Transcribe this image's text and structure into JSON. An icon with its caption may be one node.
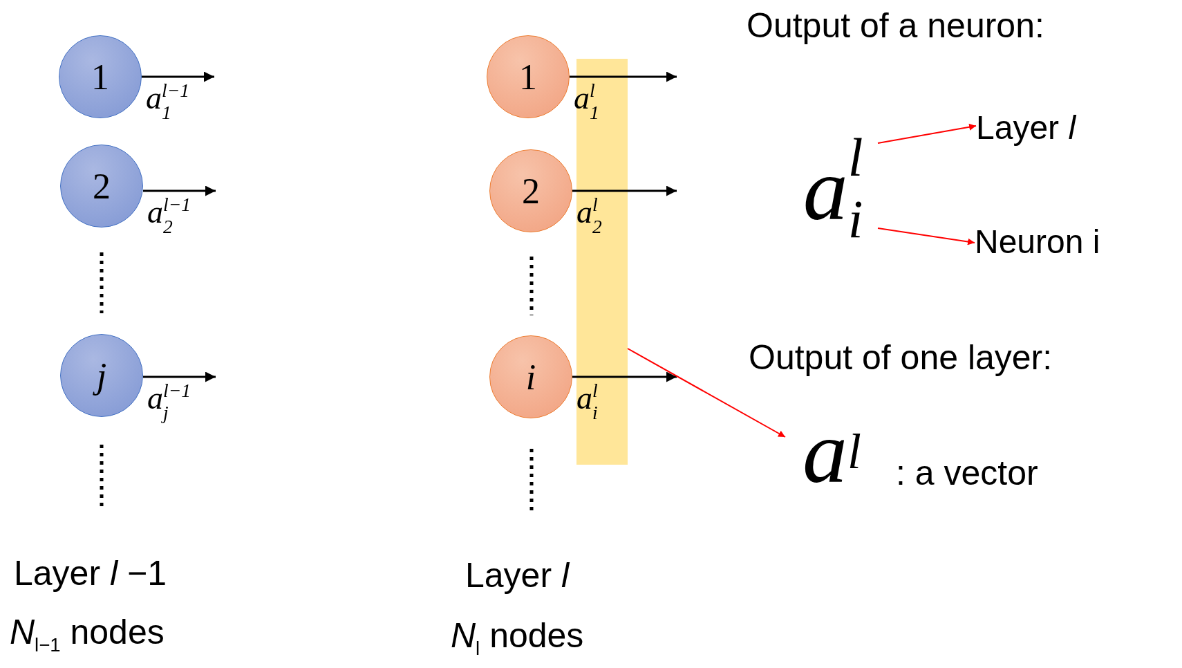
{
  "diagram": {
    "nodes": [
      {
        "text": [
          "1"
        ]
      },
      {
        "text": [
          "2"
        ]
      },
      {
        "text": [
          "j"
        ]
      },
      {
        "text": [
          "1"
        ]
      },
      {
        "text": [
          "2"
        ]
      },
      {
        "text": [
          "i"
        ]
      },
      {
        "text": [],
        "shape": "bar"
      },
      {
        "text": [
          "a$^{l}$"
        ],
        "beside": [
          ": a vector"
        ]
      },
      {
        "text": [
          "a$^{l}$$_{i}$"
        ]
      },
      {
        "text": [
          "Layer *l*"
        ]
      },
      {
        "text": [
          "Neuron i"
        ]
      }
    ],
    "edges": [
      {
        "from": 0,
        "to": null,
        "arrow": "to",
        "label": "a$^{l−1}$$_{1}$"
      },
      {
        "from": 1,
        "to": null,
        "arrow": "to",
        "label": "a$^{l−1}$$_{2}$"
      },
      {
        "from": 2,
        "to": null,
        "arrow": "to",
        "label": "a$^{l−1}$$_{j}$"
      },
      {
        "from": 3,
        "to": null,
        "arrow": "to",
        "label": "a$^{l}$$_{1}$"
      },
      {
        "from": 4,
        "to": null,
        "arrow": "to",
        "label": "a$^{l}$$_{2}$"
      },
      {
        "from": 5,
        "to": null,
        "arrow": "to",
        "label": "a$^{l}$$_{i}$"
      },
      {
        "from": 6,
        "to": 7,
        "arrow": "to",
        "color": "#ff0000"
      },
      {
        "from": 8,
        "to": 9,
        "arrow": "to",
        "color": "#ff0000"
      },
      {
        "from": 8,
        "to": 10,
        "arrow": "to",
        "color": "#ff0000"
      }
    ],
    "labels": [
      "Output of a neuron:",
      "Output of one layer:",
      "Layer *l* −1",
      "*N*$_{l−1}$ nodes",
      "Layer *l*",
      "*N*$_{l}$ nodes"
    ]
  }
}
